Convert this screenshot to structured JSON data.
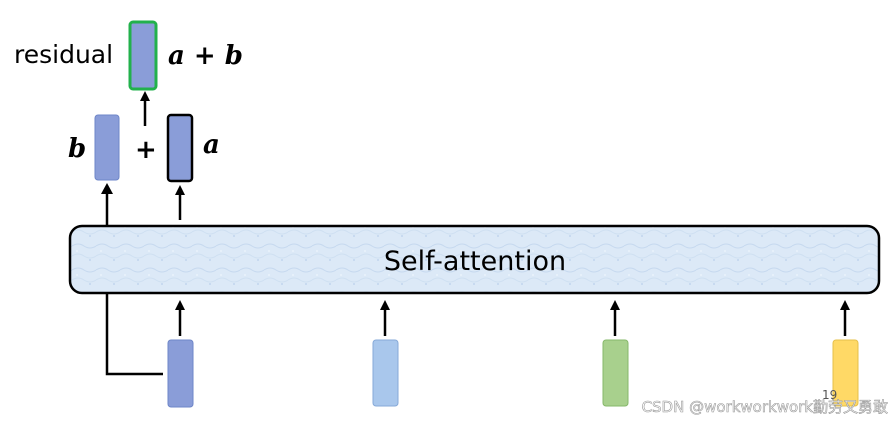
{
  "labels": {
    "residual": "residual",
    "sum": "a + b",
    "b": "b",
    "plus": "+",
    "a": "a",
    "self_attention": "Self-attention",
    "page_number": "19",
    "watermark": "CSDN @workworkwork勤劳又勇敢"
  },
  "colors": {
    "blue_dark": "#8a9dd8",
    "blue_light": "#a9c7ec",
    "green": "#a8d08d",
    "yellow": "#ffd966",
    "green_border": "#22b14c",
    "bar_fill": "#dce9f7",
    "stroke": "#000000"
  }
}
